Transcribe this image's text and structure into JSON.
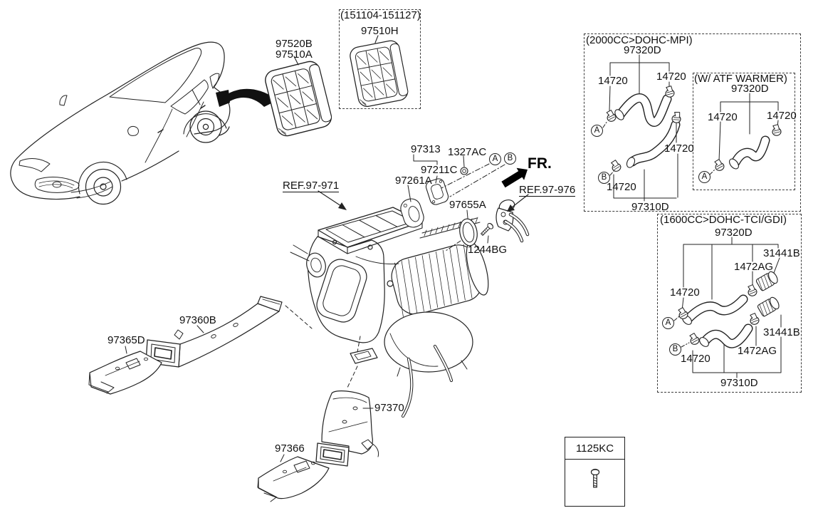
{
  "fr_indicator": "FR.",
  "markers": {
    "a": "A",
    "b": "B"
  },
  "references": {
    "hvac_case": "REF.97-971",
    "heater_pipes": "REF.97-976"
  },
  "parts": {
    "vent_grille_upper_1": "97520B",
    "vent_grille_upper_2": "97510A",
    "gasket_group": "97313",
    "nut": "1327AC",
    "gasket": "97211C",
    "grommet": "97261A",
    "seal_ring": "97655A",
    "screw": "1244BG",
    "duct_rear_heating_a": "97360B",
    "duct_rear_heating_b": "97365D",
    "duct_rear_heating_c": "97370",
    "duct_rear_heating_d": "97366"
  },
  "boxes": {
    "date_range": {
      "title": "(151104-151127)",
      "part": "97510H"
    },
    "engine_2000": {
      "title": "(2000CC>DOHC-MPI)",
      "hose_upper": "97320D",
      "clamp_left": "14720",
      "clamp_top_right": "14720",
      "clamp_right": "14720",
      "clamp_bottom": "14720",
      "hose_lower": "97310D"
    },
    "atf_warmer": {
      "title": "(W/ ATF WARMER)",
      "hose": "97320D",
      "clamp_left": "14720",
      "clamp_right": "14720"
    },
    "engine_1600": {
      "title": "(1600CC>DOHC-TCI/GDI)",
      "hose_upper": "97320D",
      "fitting_top": "31441B",
      "fitting_bottom": "31441B",
      "quick_clamp_top": "1472AG",
      "quick_clamp_bottom": "1472AG",
      "clamp_left": "14720",
      "clamp_bottom": "14720",
      "hose_lower": "97310D"
    },
    "hardware": {
      "part": "1125KC"
    }
  }
}
